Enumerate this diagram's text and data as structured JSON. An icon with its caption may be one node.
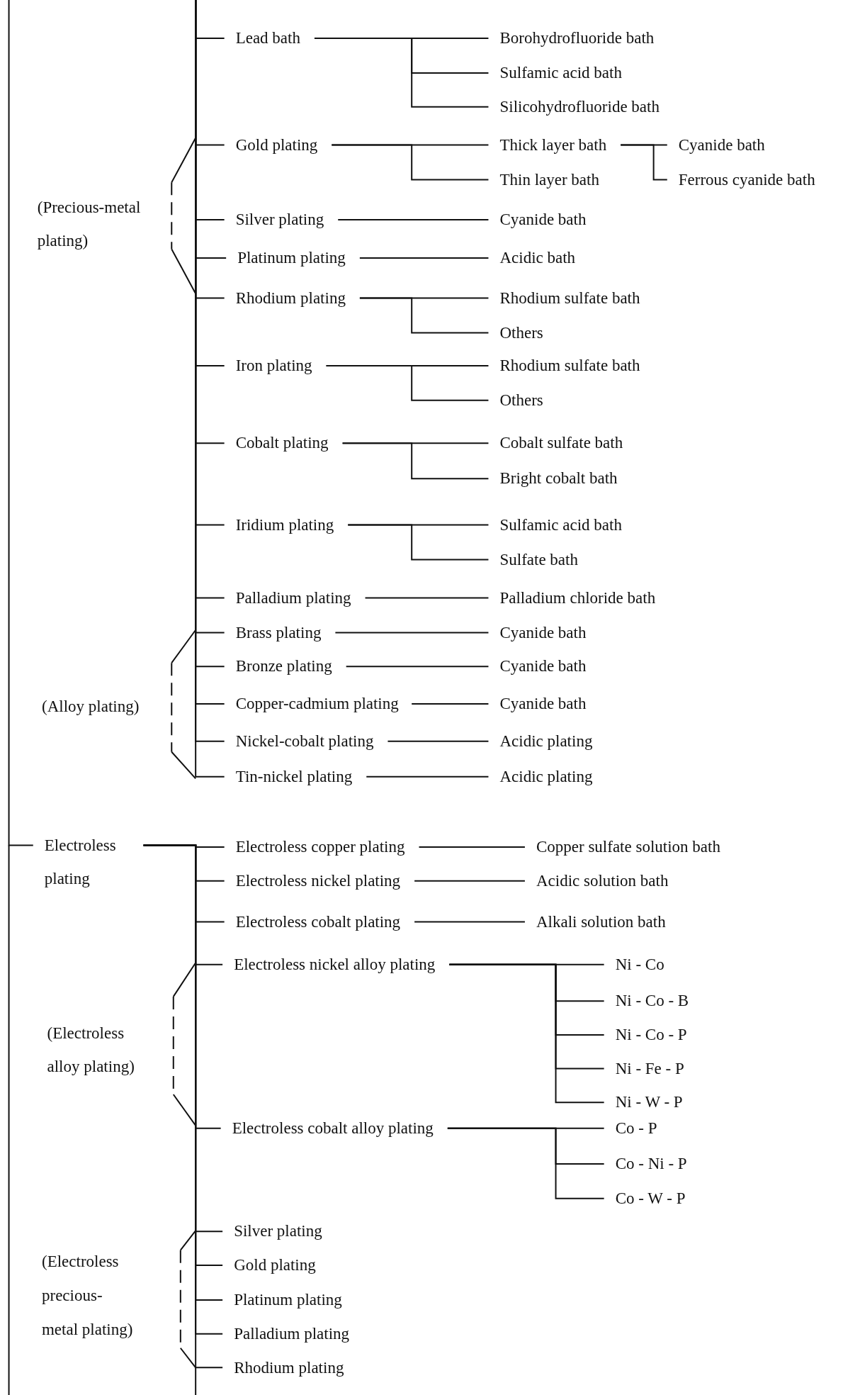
{
  "diagram": {
    "nodes": [
      {
        "text": [
          "Lead bath"
        ]
      },
      {
        "text": [
          "Borohydrofluoride bath"
        ]
      },
      {
        "text": [
          "Sulfamic acid bath"
        ]
      },
      {
        "text": [
          "Silicohydrofluoride bath"
        ]
      },
      {
        "text": [
          "Gold plating"
        ]
      },
      {
        "text": [
          "Thick layer bath"
        ]
      },
      {
        "text": [
          "Cyanide bath"
        ]
      },
      {
        "text": [
          "Thin layer bath"
        ]
      },
      {
        "text": [
          "Ferrous cyanide bath"
        ]
      },
      {
        "text": [
          "Silver plating"
        ]
      },
      {
        "text": [
          "Cyanide bath"
        ]
      },
      {
        "text": [
          "Platinum plating"
        ]
      },
      {
        "text": [
          "Acidic bath"
        ]
      },
      {
        "text": [
          "Rhodium plating"
        ]
      },
      {
        "text": [
          "Rhodium sulfate bath"
        ]
      },
      {
        "text": [
          "Others"
        ]
      },
      {
        "text": [
          "Iron plating"
        ]
      },
      {
        "text": [
          "Rhodium sulfate bath"
        ]
      },
      {
        "text": [
          "Others"
        ]
      },
      {
        "text": [
          "Cobalt plating"
        ]
      },
      {
        "text": [
          "Cobalt sulfate bath"
        ]
      },
      {
        "text": [
          "Bright cobalt bath"
        ]
      },
      {
        "text": [
          "Iridium plating"
        ]
      },
      {
        "text": [
          "Sulfamic acid bath"
        ]
      },
      {
        "text": [
          "Sulfate bath"
        ]
      },
      {
        "text": [
          "Palladium plating"
        ]
      },
      {
        "text": [
          "Palladium chloride bath"
        ]
      },
      {
        "text": [
          "Brass plating"
        ]
      },
      {
        "text": [
          "Cyanide bath"
        ]
      },
      {
        "text": [
          "Bronze plating"
        ]
      },
      {
        "text": [
          "Cyanide bath"
        ]
      },
      {
        "text": [
          "Copper-cadmium plating"
        ]
      },
      {
        "text": [
          "Cyanide bath"
        ]
      },
      {
        "text": [
          "Nickel-cobalt plating"
        ]
      },
      {
        "text": [
          "Acidic plating"
        ]
      },
      {
        "text": [
          "Tin-nickel plating"
        ]
      },
      {
        "text": [
          "Acidic plating"
        ]
      },
      {
        "text": [
          "Electroless plating"
        ]
      },
      {
        "text": [
          "Electroless copper plating"
        ]
      },
      {
        "text": [
          "Copper sulfate solution bath"
        ]
      },
      {
        "text": [
          "Electroless nickel plating"
        ]
      },
      {
        "text": [
          "Acidic solution bath"
        ]
      },
      {
        "text": [
          "Electroless cobalt plating"
        ]
      },
      {
        "text": [
          "Alkali solution bath"
        ]
      },
      {
        "text": [
          "Electroless nickel alloy plating"
        ]
      },
      {
        "text": [
          "Ni - Co"
        ]
      },
      {
        "text": [
          "Ni - Co - B"
        ]
      },
      {
        "text": [
          "Ni - Co - P"
        ]
      },
      {
        "text": [
          "Ni - Fe - P"
        ]
      },
      {
        "text": [
          "Ni - W - P"
        ]
      },
      {
        "text": [
          "Electroless cobalt alloy plating"
        ]
      },
      {
        "text": [
          "Co - P"
        ]
      },
      {
        "text": [
          "Co - Ni - P"
        ]
      },
      {
        "text": [
          "Co - W - P"
        ]
      },
      {
        "text": [
          "Silver plating"
        ]
      },
      {
        "text": [
          "Gold plating"
        ]
      },
      {
        "text": [
          "Platinum plating"
        ]
      },
      {
        "text": [
          "Palladium plating"
        ]
      },
      {
        "text": [
          "Rhodium plating"
        ]
      }
    ],
    "edges": [
      {
        "from": null,
        "to": 0,
        "arrow": "none"
      },
      {
        "from": null,
        "to": 4,
        "arrow": "none"
      },
      {
        "from": null,
        "to": 9,
        "arrow": "none"
      },
      {
        "from": null,
        "to": 11,
        "arrow": "none"
      },
      {
        "from": null,
        "to": 13,
        "arrow": "none"
      },
      {
        "from": null,
        "to": 16,
        "arrow": "none"
      },
      {
        "from": null,
        "to": 19,
        "arrow": "none"
      },
      {
        "from": null,
        "to": 22,
        "arrow": "none"
      },
      {
        "from": null,
        "to": 25,
        "arrow": "none"
      },
      {
        "from": null,
        "to": 27,
        "arrow": "none"
      },
      {
        "from": null,
        "to": 29,
        "arrow": "none"
      },
      {
        "from": null,
        "to": 31,
        "arrow": "none"
      },
      {
        "from": null,
        "to": 33,
        "arrow": "none"
      },
      {
        "from": null,
        "to": 35,
        "arrow": "none"
      },
      {
        "from": null,
        "to": 37,
        "arrow": "none"
      },
      {
        "from": 0,
        "to": 1,
        "arrow": "none"
      },
      {
        "from": 0,
        "to": 2,
        "arrow": "none"
      },
      {
        "from": 0,
        "to": 3,
        "arrow": "none"
      },
      {
        "from": 4,
        "to": 5,
        "arrow": "none"
      },
      {
        "from": 4,
        "to": 7,
        "arrow": "none"
      },
      {
        "from": 5,
        "to": 6,
        "arrow": "none"
      },
      {
        "from": 5,
        "to": 8,
        "arrow": "none"
      },
      {
        "from": 9,
        "to": 10,
        "arrow": "none"
      },
      {
        "from": 11,
        "to": 12,
        "arrow": "none"
      },
      {
        "from": 13,
        "to": 14,
        "arrow": "none"
      },
      {
        "from": 13,
        "to": 15,
        "arrow": "none"
      },
      {
        "from": 16,
        "to": 17,
        "arrow": "none"
      },
      {
        "from": 16,
        "to": 18,
        "arrow": "none"
      },
      {
        "from": 19,
        "to": 20,
        "arrow": "none"
      },
      {
        "from": 19,
        "to": 21,
        "arrow": "none"
      },
      {
        "from": 22,
        "to": 23,
        "arrow": "none"
      },
      {
        "from": 22,
        "to": 24,
        "arrow": "none"
      },
      {
        "from": 25,
        "to": 26,
        "arrow": "none"
      },
      {
        "from": 27,
        "to": 28,
        "arrow": "none"
      },
      {
        "from": 29,
        "to": 30,
        "arrow": "none"
      },
      {
        "from": 31,
        "to": 32,
        "arrow": "none"
      },
      {
        "from": 33,
        "to": 34,
        "arrow": "none"
      },
      {
        "from": 35,
        "to": 36,
        "arrow": "none"
      },
      {
        "from": 37,
        "to": 38,
        "arrow": "none"
      },
      {
        "from": 37,
        "to": 40,
        "arrow": "none"
      },
      {
        "from": 37,
        "to": 42,
        "arrow": "none"
      },
      {
        "from": 37,
        "to": 44,
        "arrow": "none"
      },
      {
        "from": 37,
        "to": 50,
        "arrow": "none"
      },
      {
        "from": 37,
        "to": 54,
        "arrow": "none"
      },
      {
        "from": 37,
        "to": 55,
        "arrow": "none"
      },
      {
        "from": 37,
        "to": 56,
        "arrow": "none"
      },
      {
        "from": 37,
        "to": 57,
        "arrow": "none"
      },
      {
        "from": 37,
        "to": 58,
        "arrow": "none"
      },
      {
        "from": 38,
        "to": 39,
        "arrow": "none"
      },
      {
        "from": 40,
        "to": 41,
        "arrow": "none"
      },
      {
        "from": 42,
        "to": 43,
        "arrow": "none"
      },
      {
        "from": 44,
        "to": 45,
        "arrow": "none"
      },
      {
        "from": 44,
        "to": 46,
        "arrow": "none"
      },
      {
        "from": 44,
        "to": 47,
        "arrow": "none"
      },
      {
        "from": 44,
        "to": 48,
        "arrow": "none"
      },
      {
        "from": 44,
        "to": 49,
        "arrow": "none"
      },
      {
        "from": 50,
        "to": 51,
        "arrow": "none"
      },
      {
        "from": 50,
        "to": 52,
        "arrow": "none"
      },
      {
        "from": 50,
        "to": 53,
        "arrow": "none"
      }
    ],
    "labels": [
      "(Precious-metal plating)",
      "(Alloy plating)",
      "(Electroless alloy plating)",
      "(Electroless precious-metal plating)"
    ]
  }
}
